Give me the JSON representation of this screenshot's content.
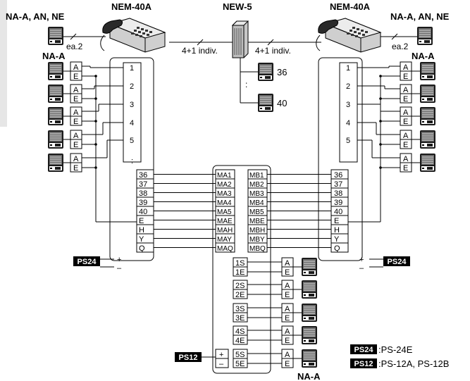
{
  "labels": {
    "na_an_ne_left": "NA-A, AN, NE",
    "na_an_ne_right": "NA-A, AN, NE",
    "nem40a_left": "NEM-40A",
    "nem40a_right": "NEM-40A",
    "new5": "NEW-5",
    "indiv_left": "4+1 indiv.",
    "indiv_right": "4+1 indiv.",
    "ea2_left": "ea.2",
    "ea2_right": "ea.2",
    "na_a_left": "NA-A",
    "na_a_right": "NA-A",
    "na_a_bottom": "NA-A",
    "station_36": "36",
    "station_40": "40"
  },
  "terminal": {
    "a": "A",
    "e": "E"
  },
  "left_numbers": [
    "1",
    "2",
    "3",
    "4",
    "5"
  ],
  "right_numbers": [
    "1",
    "2",
    "3",
    "4",
    "5"
  ],
  "side_terminals": [
    "36",
    "37",
    "38",
    "39",
    "40",
    "E",
    "H",
    "Y",
    "Q"
  ],
  "ma_terminals": [
    "MA1",
    "MA2",
    "MA3",
    "MA4",
    "MA5",
    "MAE",
    "MAH",
    "MAY",
    "MAQ"
  ],
  "mb_terminals": [
    "MB1",
    "MB2",
    "MB3",
    "MB4",
    "MB5",
    "MBE",
    "MBH",
    "MBY",
    "MBQ"
  ],
  "s_terminals": [
    [
      "1S",
      "1E"
    ],
    [
      "2S",
      "2E"
    ],
    [
      "3S",
      "3E"
    ],
    [
      "4S",
      "4E"
    ],
    [
      "5S",
      "5E"
    ]
  ],
  "power": {
    "plus": "+",
    "minus": "–",
    "ps24": "PS24",
    "ps12": "PS12"
  },
  "legend": [
    {
      "tag": "PS24",
      "desc": ":PS-24E"
    },
    {
      "tag": "PS12",
      "desc": ":PS-12A, PS-12B"
    }
  ]
}
